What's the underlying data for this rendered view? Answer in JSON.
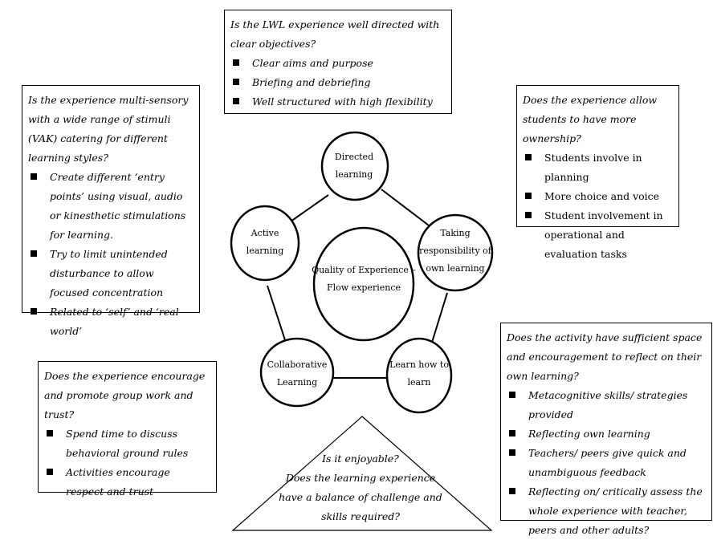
{
  "top_box": {
    "question": "Is the LWL experience well directed with clear objectives?",
    "items": [
      "Clear aims and purpose",
      "Briefing and debriefing",
      "Well structured with high flexibility"
    ]
  },
  "left_box": {
    "question": "Is the experience multi-sensory with a wide range of stimuli (VAK) catering for different learning styles?",
    "items": [
      "Create different ‘entry points’ using visual, audio or kinesthetic stimulations for learning.",
      "Try to limit unintended disturbance to allow focused concentration",
      "Related to ‘self’ and ‘real world’"
    ]
  },
  "right_box": {
    "question": "Does the experience allow students to have more ownership?",
    "items": [
      "Students involve in planning",
      "More choice and voice",
      "Student involvement in operational and evaluation tasks"
    ]
  },
  "bottom_left_box": {
    "question": "Does the experience encourage and promote group work and trust?",
    "items": [
      "Spend time to discuss behavioral ground rules",
      "Activities encourage respect and trust"
    ]
  },
  "bottom_right_box": {
    "question": "Does the activity have sufficient space and encouragement to reflect on their own learning?",
    "items": [
      "Metacognitive skills/ strategies provided",
      "Reflecting own learning",
      "Teachers/ peers give quick and unambiguous feedback",
      "Reflecting on/ critically assess the whole experience with teacher, peers and other adults?"
    ]
  },
  "triangle": {
    "lines": [
      "Is it enjoyable?",
      "Does the learning experience",
      "have a balance of challenge and",
      "skills required?"
    ]
  },
  "nodes": {
    "center": [
      "Quality of Experience –",
      "Flow experience"
    ],
    "directed": [
      "Directed",
      "learning"
    ],
    "taking": [
      "Taking",
      "responsibility of",
      "own learning"
    ],
    "learn": [
      "Learn how to",
      "learn"
    ],
    "collab": [
      "Collaborative",
      "Learning"
    ],
    "active": [
      "Active",
      "learning"
    ]
  }
}
